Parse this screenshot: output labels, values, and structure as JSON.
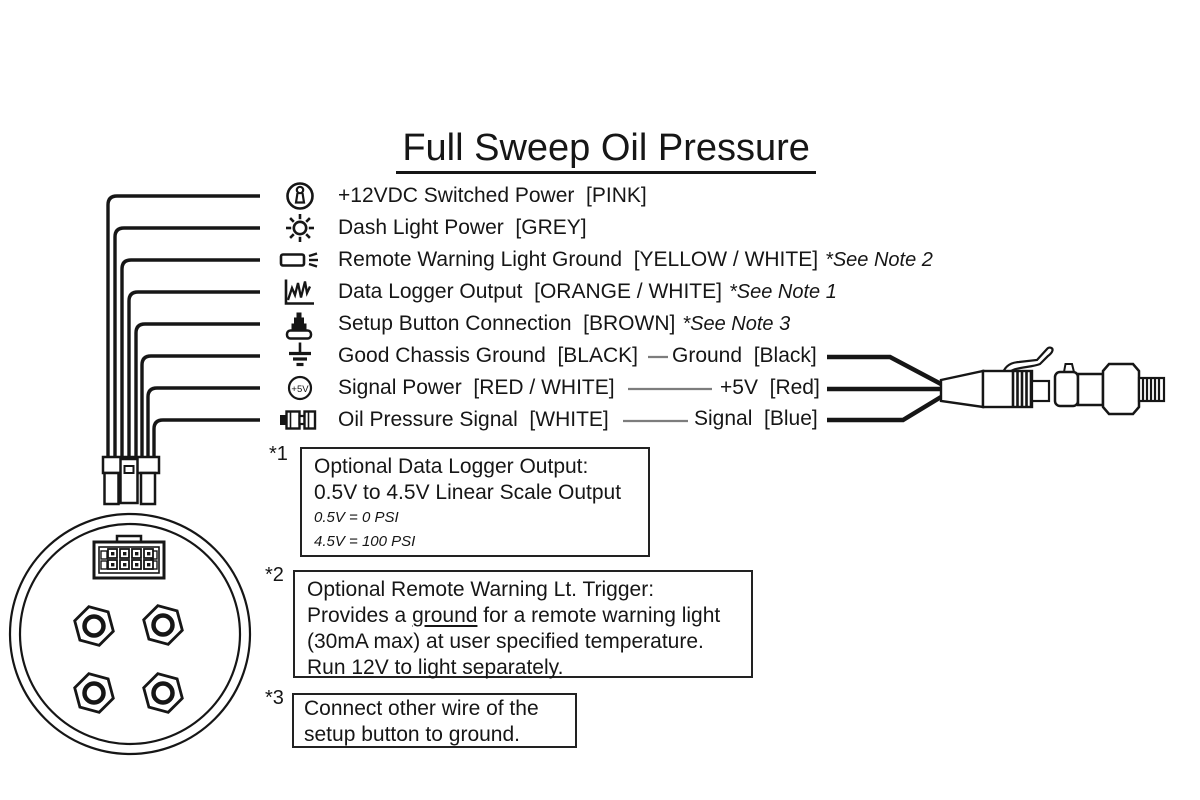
{
  "title": "Full Sweep Oil Pressure",
  "rows": [
    {
      "icon": "ignition-switch-icon",
      "label": "+12VDC Switched Power  [PINK]",
      "note": ""
    },
    {
      "icon": "dash-light-icon",
      "label": "Dash Light Power  [GREY]",
      "note": ""
    },
    {
      "icon": "warning-light-icon",
      "label": "Remote Warning Light Ground  [YELLOW / WHITE]",
      "note": "*See Note 2"
    },
    {
      "icon": "data-logger-icon",
      "label": "Data Logger Output  [ORANGE / WHITE]",
      "note": "*See Note 1"
    },
    {
      "icon": "setup-button-icon",
      "label": "Setup Button Connection  [BROWN]",
      "note": "*See Note 3"
    },
    {
      "icon": "chassis-ground-icon",
      "label": "Good Chassis Ground  [BLACK]",
      "note": ""
    },
    {
      "icon": "signal-power-icon",
      "label": "Signal Power  [RED / WHITE]",
      "note": ""
    },
    {
      "icon": "oil-pressure-icon",
      "label": "Oil Pressure Signal  [WHITE]",
      "note": ""
    }
  ],
  "signal_power_icon_text": "+5V",
  "sensor_wires": {
    "ground": "Ground  [Black]",
    "five_v": "+5V  [Red]",
    "signal": "Signal  [Blue]"
  },
  "note1": {
    "marker": "*1",
    "line1": "Optional Data Logger Output:",
    "line2": "0.5V to 4.5V Linear Scale Output",
    "line3": "0.5V = 0 PSI",
    "line4": "4.5V = 100 PSI"
  },
  "note2": {
    "marker": "*2",
    "line1": "Optional Remote Warning Lt. Trigger:",
    "line2_pre": "Provides a ",
    "line2_underline": "ground",
    "line2_post": " for a remote warning light",
    "line3": "(30mA max) at user specified temperature.",
    "line4": "Run 12V to light separately."
  },
  "note3": {
    "marker": "*3",
    "line1": "Connect other wire of the",
    "line2": "setup button to ground."
  },
  "colors": {
    "ink": "#161616",
    "link_line": "#7d7d7d"
  }
}
